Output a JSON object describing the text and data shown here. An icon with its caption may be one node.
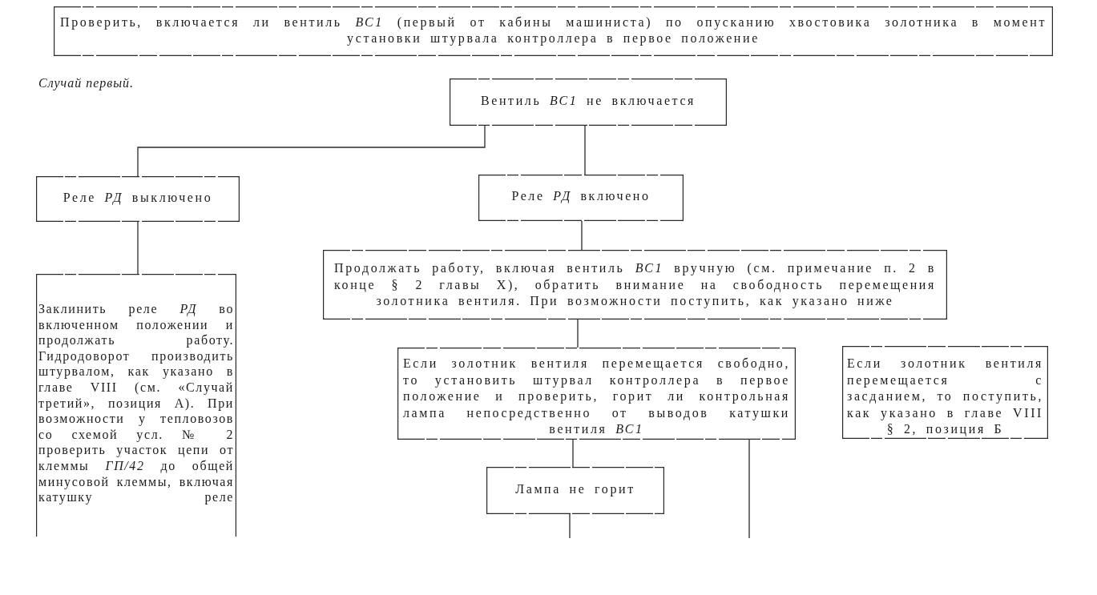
{
  "diagram": {
    "nodes": [
      {
        "text": [
          "Проверить, включается ли вентиль *ВС1* (первый от кабины машиниста) по опусканию хвостовика золотника в момент установки штурвала контроллера в первое положение"
        ]
      },
      {
        "text": [
          "Вентиль *ВС1* не включается"
        ]
      },
      {
        "text": [
          "Реле *РД* выключено"
        ]
      },
      {
        "text": [
          "Реле *РД* включено"
        ]
      },
      {
        "text": [
          "Заклинить реле *РД* во включенном положении и продолжать работу. Гидродоворот производить штурвалом, как указано в главе VIII (см. «Случай третий», позиция А). При возможности у тепловозов со схемой усл. № 2 проверить участок цепи от клеммы *ГП/42* до общей минусовой клеммы, включая катушку реле"
        ]
      },
      {
        "text": [
          "Продолжать работу, включая вентиль *ВС1* вручную (см. примечание п. 2 в конце § 2 главы X), обратить внимание на свободность перемещения золотника вентиля. При возможности поступить, как указано ниже"
        ]
      },
      {
        "text": [
          "Если золотник вентиля перемещается свободно, то установить штурвал контроллера в первое положение и проверить, горит ли контрольная лампа непосредственно от выводов катушки вентиля *ВС1*"
        ]
      },
      {
        "text": [
          "Если золотник вентиля перемещается с засданием, то поступить, как указано в главе VIII § 2, позиция Б"
        ]
      },
      {
        "text": [
          "Лампа не горит"
        ]
      }
    ],
    "edges": [
      {
        "from": 1,
        "to": 2,
        "arrow": "none"
      },
      {
        "from": 1,
        "to": 3,
        "arrow": "none"
      },
      {
        "from": 2,
        "to": 4,
        "arrow": "none"
      },
      {
        "from": 3,
        "to": 5,
        "arrow": "none"
      },
      {
        "from": 5,
        "to": 6,
        "arrow": "none"
      },
      {
        "from": 6,
        "to": 8,
        "arrow": "none"
      },
      {
        "from": 6,
        "to": null,
        "arrow": "none"
      },
      {
        "from": 8,
        "to": null,
        "arrow": "none"
      }
    ],
    "labels": [
      "Случай первый."
    ]
  }
}
